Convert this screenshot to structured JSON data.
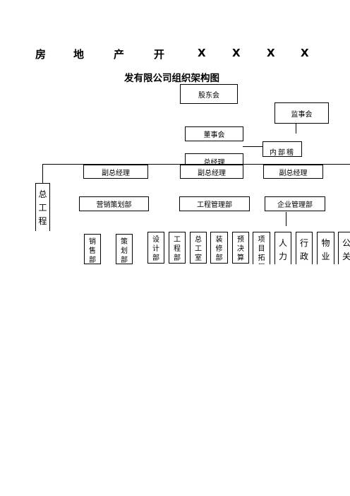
{
  "title": {
    "chars": [
      "房",
      "地",
      "产",
      "开",
      "X",
      "X",
      "X",
      "X"
    ],
    "subtitle": "发有限公司组织架构图"
  },
  "nodes": {
    "shareholders": "股东会",
    "supervisors": "监事会",
    "board": "董事会",
    "audit": "内部稽",
    "gm": "总经理",
    "vgm1": "副总经理",
    "vgm2": "副总经理",
    "vgm3": "副总经理",
    "chief_engineer": "总工程",
    "marketing_dept": "营销策划部",
    "engineering_dept": "工程管理部",
    "enterprise_dept": "企业管理部"
  },
  "sub_departments": [
    "销售部",
    "策划部",
    "设计部",
    "工程部",
    "总工室",
    "装修部",
    "预决算部",
    "项目拓展部",
    "人力资",
    "行政部",
    "物业户",
    "公关部"
  ]
}
